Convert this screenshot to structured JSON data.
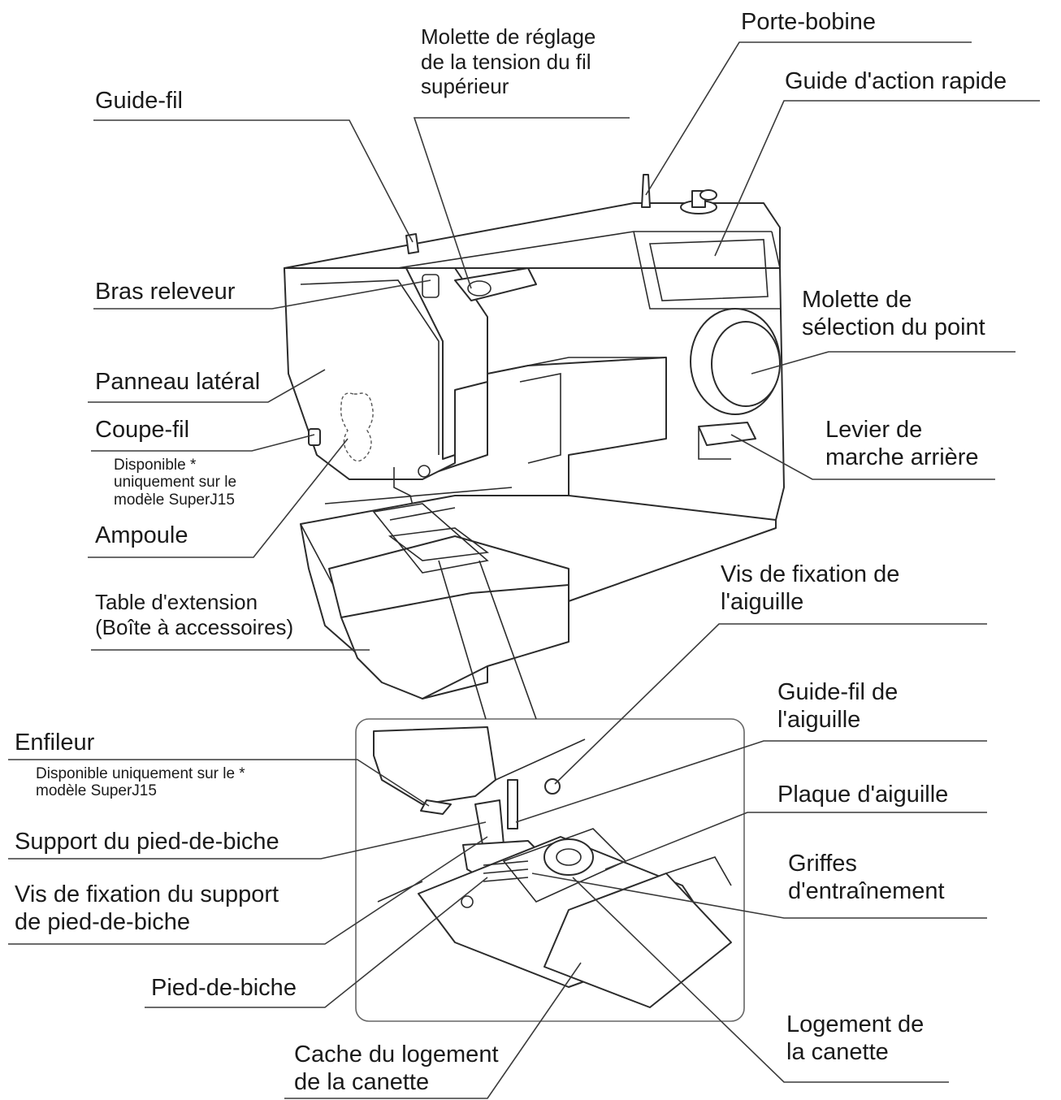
{
  "labels": {
    "porte_bobine": "Porte-bobine",
    "molette_tension": [
      "Molette de réglage",
      "de la tension du fil",
      "supérieur"
    ],
    "guide_fil": "Guide-fil",
    "guide_action_rapide": "Guide d'action rapide",
    "bras_releveur": "Bras releveur",
    "molette_selection": [
      "Molette de",
      "sélection du point"
    ],
    "panneau_lateral": "Panneau latéral",
    "coupe_fil": "Coupe-fil",
    "coupe_fil_note": [
      "Disponible   *",
      "uniquement sur le",
      "modèle SuperJ15"
    ],
    "levier_marche_arriere": [
      "Levier de",
      "marche arrière"
    ],
    "ampoule": "Ampoule",
    "vis_fixation_aiguille": [
      "Vis de fixation de",
      "l'aiguille"
    ],
    "table_extension": [
      "Table d'extension",
      "(Boîte à accessoires)"
    ],
    "guide_fil_aiguille": [
      "Guide-fil de",
      "l'aiguille"
    ],
    "enfileur": "Enfileur",
    "enfileur_note": [
      "Disponible uniquement sur le  *",
      "modèle SuperJ15"
    ],
    "plaque_aiguille": "Plaque d'aiguille",
    "support_pied": "Support du pied-de-biche",
    "griffes": [
      "Griffes",
      "d'entraînement"
    ],
    "vis_support_pied": [
      "Vis de fixation du support",
      "de pied-de-biche"
    ],
    "pied_de_biche": "Pied-de-biche",
    "logement_canette": [
      "Logement de",
      "la canette"
    ],
    "cache_logement": [
      "Cache du logement",
      "de la canette"
    ]
  }
}
